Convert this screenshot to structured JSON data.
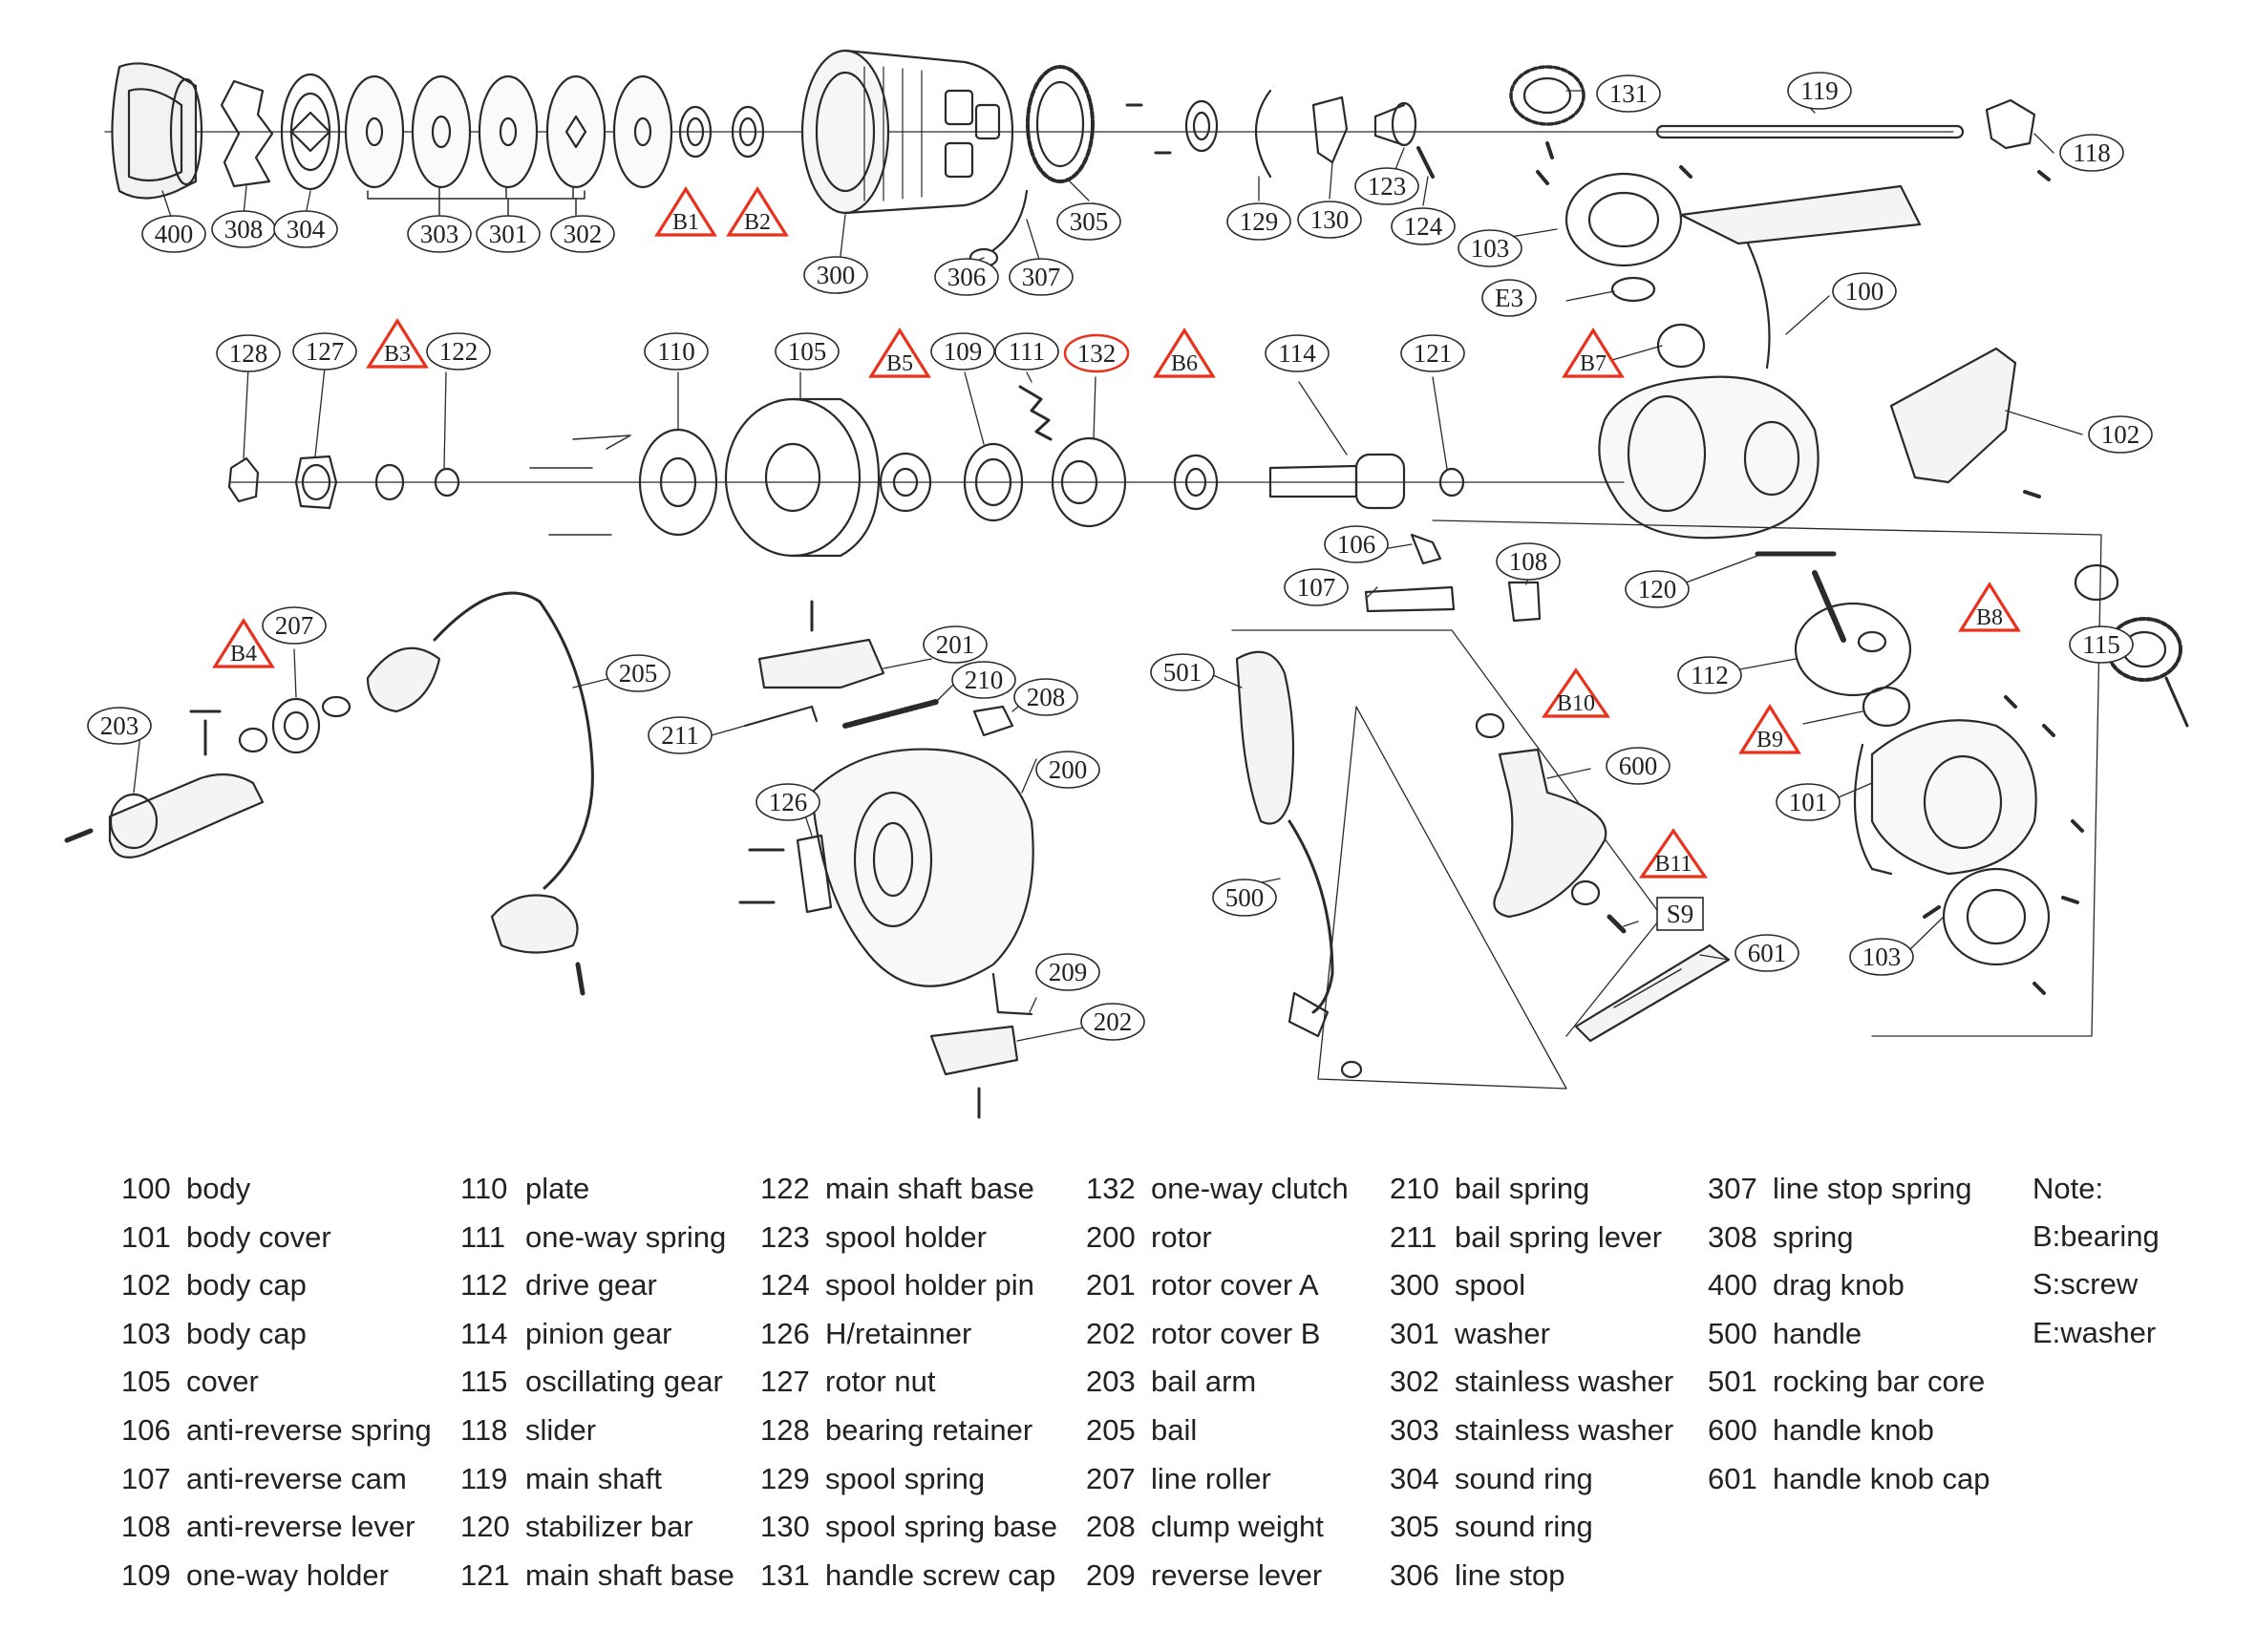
{
  "callouts": {
    "c400": "400",
    "c308": "308",
    "c304": "304",
    "c303": "303",
    "c301": "301",
    "c302": "302",
    "c300": "300",
    "c306": "306",
    "c307": "307",
    "c305": "305",
    "c129": "129",
    "c130": "130",
    "c123": "123",
    "c124": "124",
    "c131": "131",
    "c119": "119",
    "c118": "118",
    "c103a": "103",
    "cE3": "E3",
    "c100": "100",
    "c128": "128",
    "c127": "127",
    "c122": "122",
    "c110": "110",
    "c105": "105",
    "c109": "109",
    "c111": "111",
    "c132": "132",
    "c114": "114",
    "c121": "121",
    "c102": "102",
    "c106": "106",
    "c108": "108",
    "c107": "107",
    "c120": "120",
    "c115": "115",
    "c112": "112",
    "c101": "101",
    "c103b": "103",
    "c207": "207",
    "c205": "205",
    "c203": "203",
    "c201": "201",
    "c210": "210",
    "c211": "211",
    "c208": "208",
    "c126": "126",
    "c200": "200",
    "c209": "209",
    "c202": "202",
    "c501": "501",
    "c500": "500",
    "c600": "600",
    "c601": "601",
    "cS9": "S9"
  },
  "bearings": {
    "B1": "B1",
    "B2": "B2",
    "B3": "B3",
    "B4": "B4",
    "B5": "B5",
    "B6": "B6",
    "B7": "B7",
    "B8": "B8",
    "B9": "B9",
    "B10": "B10",
    "B11": "B11"
  },
  "legend": [
    [
      {
        "num": "100",
        "name": "body"
      },
      {
        "num": "101",
        "name": "body cover"
      },
      {
        "num": "102",
        "name": "body cap"
      },
      {
        "num": "103",
        "name": "body cap"
      },
      {
        "num": "105",
        "name": "cover"
      },
      {
        "num": "106",
        "name": "anti-reverse spring"
      },
      {
        "num": "107",
        "name": "anti-reverse cam"
      },
      {
        "num": "108",
        "name": "anti-reverse lever"
      },
      {
        "num": "109",
        "name": "one-way holder"
      }
    ],
    [
      {
        "num": "110",
        "name": "plate"
      },
      {
        "num": "111",
        "name": "one-way spring"
      },
      {
        "num": "112",
        "name": "drive gear"
      },
      {
        "num": "114",
        "name": "pinion gear"
      },
      {
        "num": "115",
        "name": "oscillating gear"
      },
      {
        "num": "118",
        "name": "slider"
      },
      {
        "num": "119",
        "name": "main shaft"
      },
      {
        "num": "120",
        "name": "stabilizer bar"
      },
      {
        "num": "121",
        "name": "main shaft base"
      }
    ],
    [
      {
        "num": "122",
        "name": "main shaft base"
      },
      {
        "num": "123",
        "name": "spool holder"
      },
      {
        "num": "124",
        "name": "spool holder pin"
      },
      {
        "num": "126",
        "name": "H/retainner"
      },
      {
        "num": "127",
        "name": "rotor nut"
      },
      {
        "num": "128",
        "name": "bearing retainer"
      },
      {
        "num": "129",
        "name": "spool spring"
      },
      {
        "num": "130",
        "name": "spool spring base"
      },
      {
        "num": "131",
        "name": "handle screw cap"
      }
    ],
    [
      {
        "num": "132",
        "name": "one-way clutch"
      },
      {
        "num": "200",
        "name": "rotor"
      },
      {
        "num": "201",
        "name": "rotor cover A"
      },
      {
        "num": "202",
        "name": "rotor cover B"
      },
      {
        "num": "203",
        "name": "bail arm"
      },
      {
        "num": "205",
        "name": "bail"
      },
      {
        "num": "207",
        "name": "line roller"
      },
      {
        "num": "208",
        "name": "clump weight"
      },
      {
        "num": "209",
        "name": "reverse lever"
      }
    ],
    [
      {
        "num": "210",
        "name": "bail spring"
      },
      {
        "num": "211",
        "name": "bail spring lever"
      },
      {
        "num": "300",
        "name": "spool"
      },
      {
        "num": "301",
        "name": "washer"
      },
      {
        "num": "302",
        "name": "stainless washer"
      },
      {
        "num": "303",
        "name": "stainless washer"
      },
      {
        "num": "304",
        "name": "sound ring"
      },
      {
        "num": "305",
        "name": "sound ring"
      },
      {
        "num": "306",
        "name": "line stop"
      }
    ],
    [
      {
        "num": "307",
        "name": "line stop spring"
      },
      {
        "num": "308",
        "name": "spring"
      },
      {
        "num": "400",
        "name": "drag knob"
      },
      {
        "num": "500",
        "name": "handle"
      },
      {
        "num": "501",
        "name": "rocking bar core"
      },
      {
        "num": "600",
        "name": "handle knob"
      },
      {
        "num": "601",
        "name": "handle knob cap"
      }
    ]
  ],
  "note": {
    "title": "Note:",
    "lines": [
      "B:bearing",
      "S:screw",
      "E:washer"
    ]
  },
  "colors": {
    "line": "#2a2a2a",
    "bearing_marker": "#e8321e",
    "background": "#ffffff"
  }
}
